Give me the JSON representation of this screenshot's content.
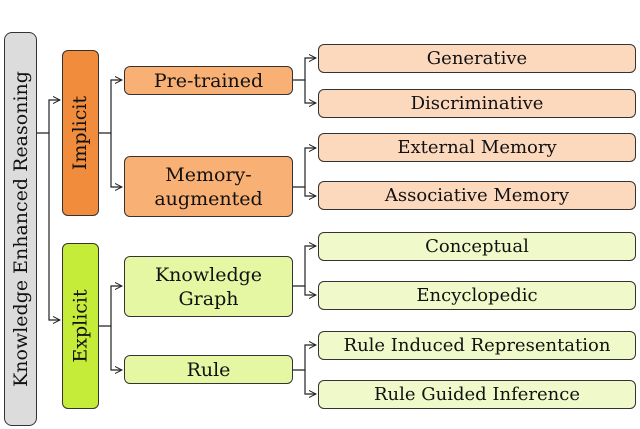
{
  "root": {
    "label": "Knowledge Enhanced Reasoning"
  },
  "branches": {
    "implicit": {
      "label": "Implicit",
      "pretrained": {
        "label": "Pre-trained",
        "leaves": [
          "Generative",
          "Discriminative"
        ]
      },
      "memory": {
        "label_line1": "Memory-",
        "label_line2": "augmented",
        "leaves": [
          "External Memory",
          "Associative Memory"
        ]
      }
    },
    "explicit": {
      "label": "Explicit",
      "kg": {
        "label_line1": "Knowledge",
        "label_line2": "Graph",
        "leaves": [
          "Conceptual",
          "Encyclopedic"
        ]
      },
      "rule": {
        "label": "Rule",
        "leaves": [
          "Rule Induced Representation",
          "Rule Guided Inference"
        ]
      }
    }
  },
  "colors": {
    "implicit": "#f08c3c",
    "explicit": "#c6ec3a",
    "root": "#dcdcdc"
  }
}
